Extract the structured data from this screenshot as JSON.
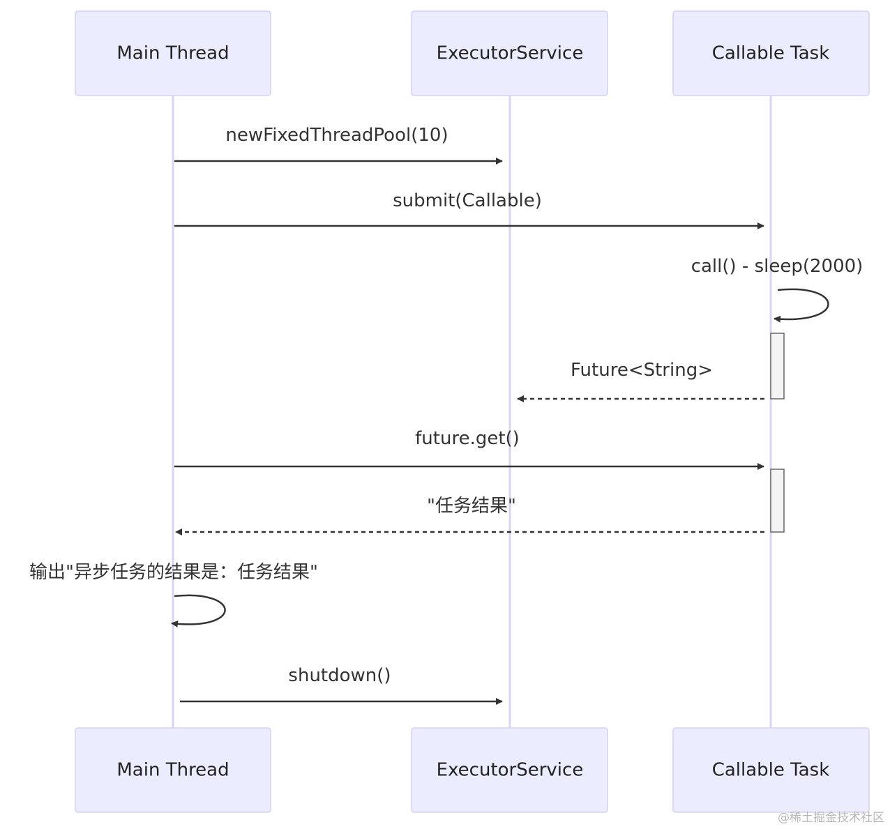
{
  "participants": [
    {
      "id": "main",
      "label": "Main Thread"
    },
    {
      "id": "exec",
      "label": "ExecutorService"
    },
    {
      "id": "task",
      "label": "Callable Task"
    }
  ],
  "messages": [
    {
      "id": "m1",
      "from": "main",
      "to": "exec",
      "label": "newFixedThreadPool(10)",
      "style": "solid"
    },
    {
      "id": "m2",
      "from": "main",
      "to": "task",
      "label": "submit(Callable)",
      "style": "solid"
    },
    {
      "id": "m3",
      "from": "task",
      "to": "task",
      "label": "call() - sleep(2000)",
      "style": "self"
    },
    {
      "id": "m4",
      "from": "task",
      "to": "exec",
      "label": "Future<String>",
      "style": "dashed"
    },
    {
      "id": "m5",
      "from": "main",
      "to": "task",
      "label": "future.get()",
      "style": "solid"
    },
    {
      "id": "m6",
      "from": "task",
      "to": "main",
      "label": "\"任务结果\"",
      "style": "dashed"
    },
    {
      "id": "m7",
      "from": "main",
      "to": "main",
      "label": "输出\"异步任务的结果是：任务结果\"",
      "style": "self"
    },
    {
      "id": "m8",
      "from": "main",
      "to": "exec",
      "label": "shutdown()",
      "style": "solid"
    }
  ],
  "watermark": "@稀土掘金技术社区"
}
